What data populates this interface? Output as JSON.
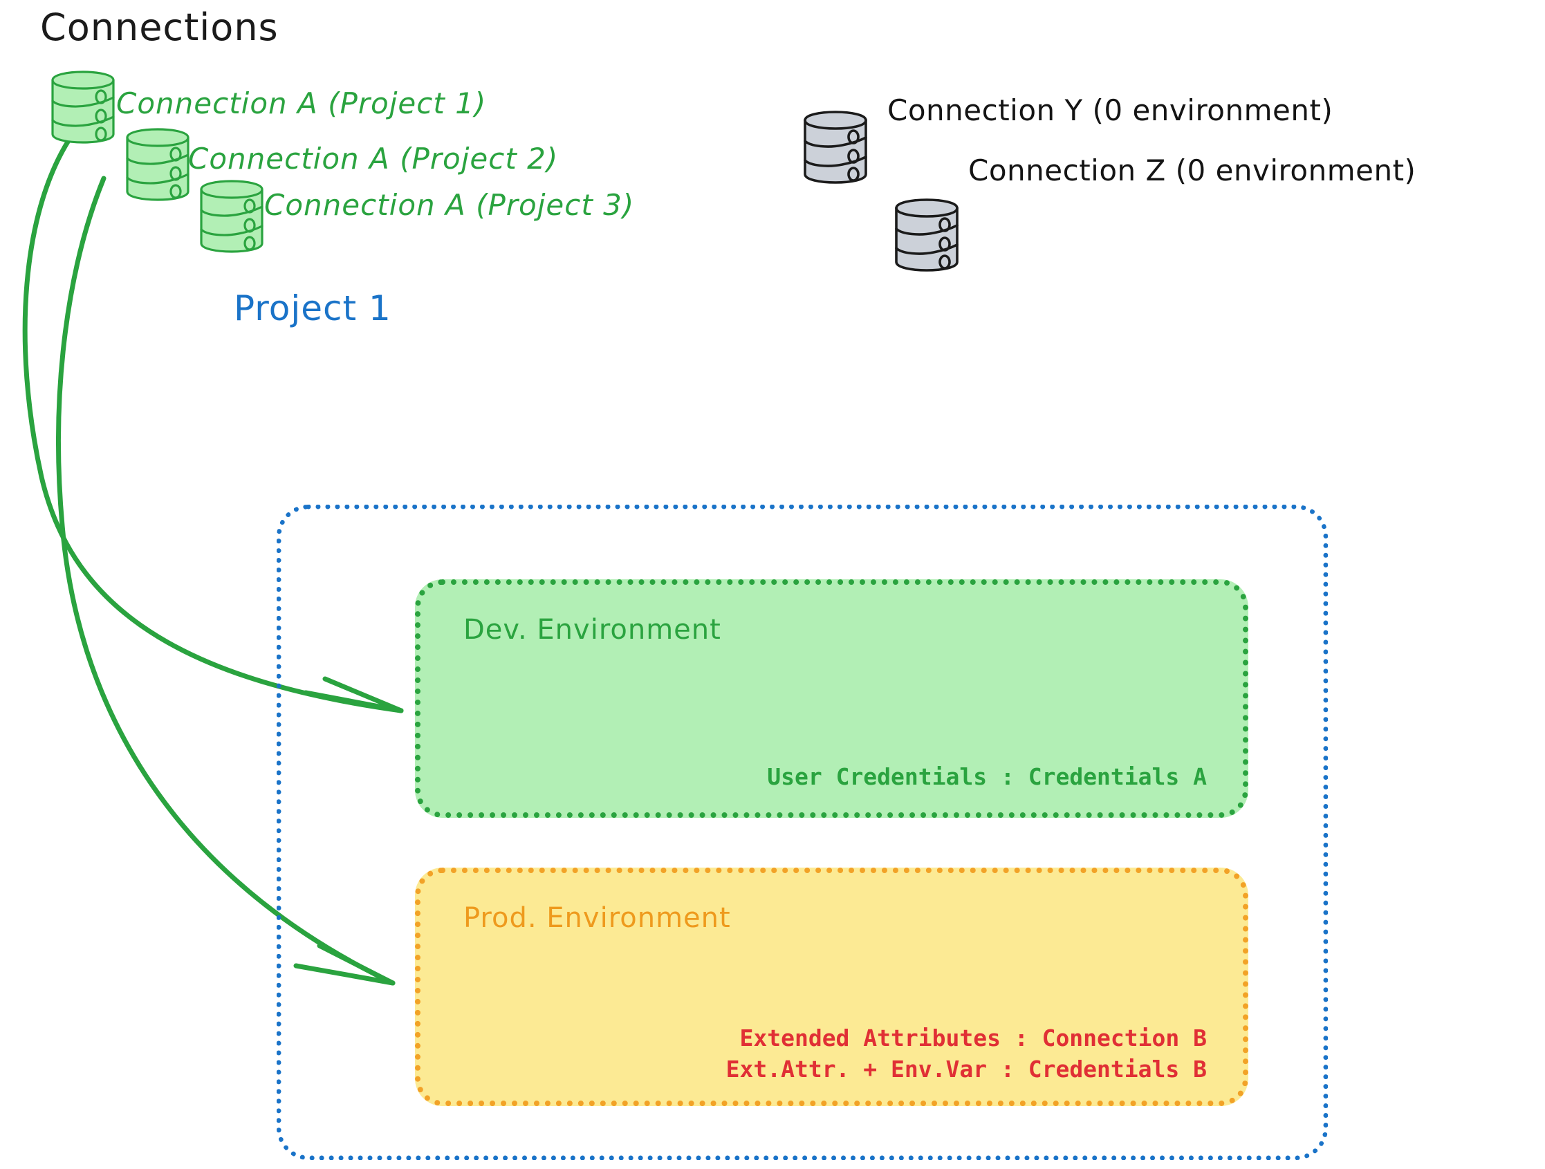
{
  "diagram": {
    "title": "Connections",
    "background": "#ffffff"
  },
  "colors": {
    "green_stroke": "#2aa33f",
    "green_fill": "#b2efb5",
    "orange_stroke": "#f2a227",
    "orange_fill": "#fcea94",
    "blue_stroke": "#1a73c8",
    "red_text": "#e02f35",
    "black_text": "#141414",
    "gray_fill": "#ccd1d9",
    "gray_stroke": "#1b1b1b"
  },
  "connections": {
    "heading": "Connections",
    "green_items": [
      {
        "label": "Connection A (Project 1)",
        "icon": "database-icon",
        "color": "green"
      },
      {
        "label": "Connection A (Project 2)",
        "icon": "database-icon",
        "color": "green"
      },
      {
        "label": "Connection A (Project 3)",
        "icon": "database-icon",
        "color": "green"
      }
    ],
    "gray_items": [
      {
        "label": "Connection Y (0 environment)",
        "icon": "database-icon",
        "color": "gray"
      },
      {
        "label": "Connection Z (0 environment)",
        "icon": "database-icon",
        "color": "gray"
      }
    ]
  },
  "project": {
    "label": "Project 1",
    "environments": [
      {
        "name": "Dev. Environment",
        "color": "green",
        "details": [
          "User Credentials : Credentials A"
        ]
      },
      {
        "name": "Prod. Environment",
        "color": "orange",
        "details": [
          "Extended Attributes : Connection B",
          "Ext.Attr. + Env.Var : Credentials B"
        ]
      }
    ]
  },
  "arrows": [
    {
      "name": "arrow-connection-a-to-dev",
      "from": "Connection A (Project 1)",
      "to": "Dev. Environment"
    },
    {
      "name": "arrow-connection-a-to-prod",
      "from": "Connection A (Project 1)",
      "to": "Prod. Environment"
    }
  ]
}
